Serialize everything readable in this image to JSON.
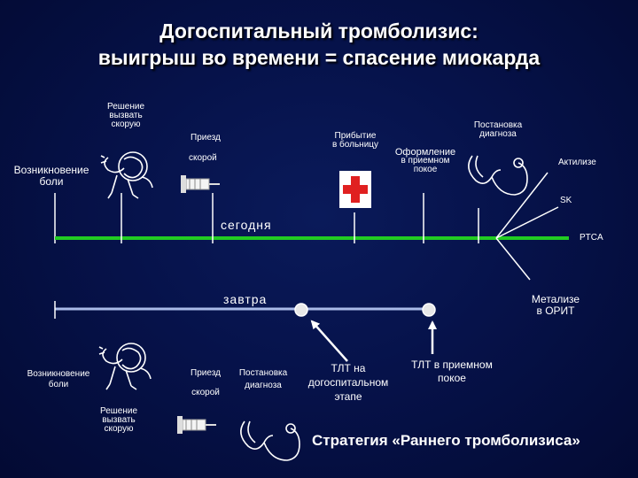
{
  "title": {
    "line1": "Догоспитальный тромболизис:",
    "line2": "выигрыш во времени = спасение миокарда"
  },
  "today": {
    "label": "сегодня",
    "decision": [
      "Решение",
      "вызвать",
      "скорую"
    ],
    "pain_onset": [
      "Возникновение",
      "боли"
    ],
    "arrival_1": "Приезд",
    "arrival_2": "скорой",
    "hospital": [
      "Прибытие",
      "в больницу"
    ],
    "registration": [
      "Оформление",
      "в приемном",
      "покое"
    ],
    "diagnosis": [
      "Постановка",
      "диагноза"
    ],
    "activase": "Актилизе",
    "sk": "SK",
    "ptca": "PTCA"
  },
  "tomorrow": {
    "label": "завтра",
    "metalyse": [
      "Метализе",
      "в ОРИТ"
    ],
    "pain_onset": [
      "Возникновение",
      "боли"
    ],
    "arrival": [
      "Приезд",
      "скорой"
    ],
    "diagnosis": [
      "Постановка",
      "диагноза"
    ],
    "tlt_prehospital": [
      "ТЛТ на",
      "догоспитальном",
      "этапе"
    ],
    "tlt_er": [
      "ТЛТ в приемном",
      "покое"
    ],
    "decision": [
      "Решение",
      "вызвать",
      "скорую"
    ]
  },
  "strategy": "Стратегия «Раннего тромболизиса»",
  "colors": {
    "green_line": "#22cc22",
    "blue_line": "#aabbe8",
    "cross": "#e02020",
    "background": "#06124a"
  },
  "icons": [
    "ambulance-figure-icon",
    "syringe-icon",
    "red-cross-icon",
    "stethoscope-icon"
  ]
}
